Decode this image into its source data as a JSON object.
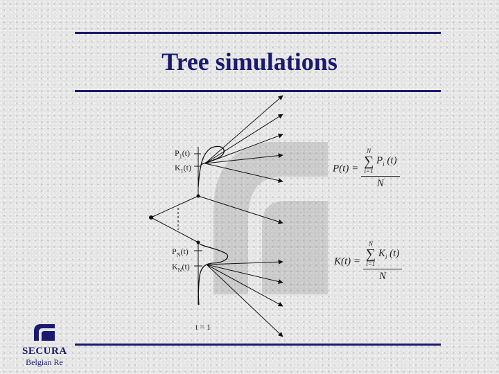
{
  "title": "Tree simulations",
  "labels": {
    "p1": "P1(t)",
    "k1": "K1(t)",
    "pn": "PN(t)",
    "kn": "KN(t)",
    "t": "t = 1"
  },
  "formula_p": {
    "lhs": "P(t) =",
    "sum_top": "N",
    "sum_bottom": "i=1",
    "term": "Pi (t)",
    "denominator": "N"
  },
  "formula_k": {
    "lhs": "K(t) =",
    "sum_top": "N",
    "sum_bottom": "i=1",
    "term": "Ki (t)",
    "denominator": "N"
  },
  "logo": {
    "word": "SECURA",
    "sub": "Belgian Re"
  },
  "colors": {
    "accent": "#1a1a6e",
    "line": "#111111"
  }
}
